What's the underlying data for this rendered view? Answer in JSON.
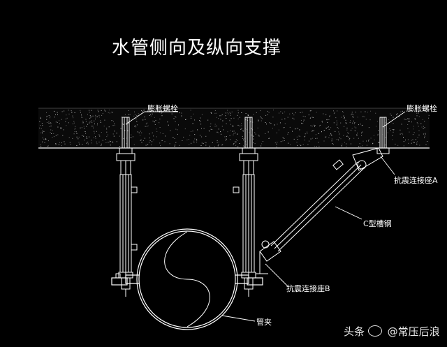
{
  "title": "水管侧向及纵向支撑",
  "labels": {
    "anchor_bolt_left": "膨胀螺栓",
    "anchor_bolt_right": "膨胀螺栓",
    "seismic_base_a": "抗震连接座A",
    "c_channel": "C型槽钢",
    "seismic_base_b": "抗震连接座B",
    "pipe_clamp": "管夹"
  },
  "watermark": {
    "prefix": "头条",
    "text": "@常压后浪",
    "logo_icon": "wechat-logo-icon"
  },
  "colors": {
    "background": "#000000",
    "line": "#ffffff",
    "slab_speckle": "#cfcfcf"
  }
}
